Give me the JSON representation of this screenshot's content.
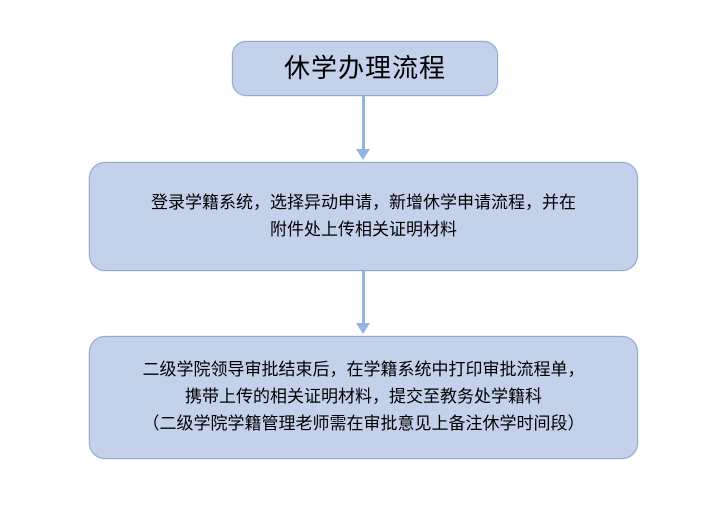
{
  "diagram": {
    "title_node": {
      "text": "休学办理流程"
    },
    "steps": [
      {
        "id": "step-1",
        "text": "登录学籍系统，选择异动申请，新增休学申请流程，并在\n附件处上传相关证明材料"
      },
      {
        "id": "step-2",
        "text": "二级学院领导审批结束后，在学籍系统中打印审批流程单，\n携带上传的相关证明材料，提交至教务处学籍科\n（二级学院学籍管理老师需在审批意见上备注休学时间段）"
      }
    ],
    "connectors": [
      {
        "id": "arrow-1",
        "icon": "arrow-down-icon"
      },
      {
        "id": "arrow-2",
        "icon": "arrow-down-icon"
      }
    ],
    "colors": {
      "node_fill": "#c3d1ea",
      "node_border": "#8faad0",
      "arrow": "#92b4e0",
      "text": "#000000",
      "background": "#ffffff"
    }
  }
}
